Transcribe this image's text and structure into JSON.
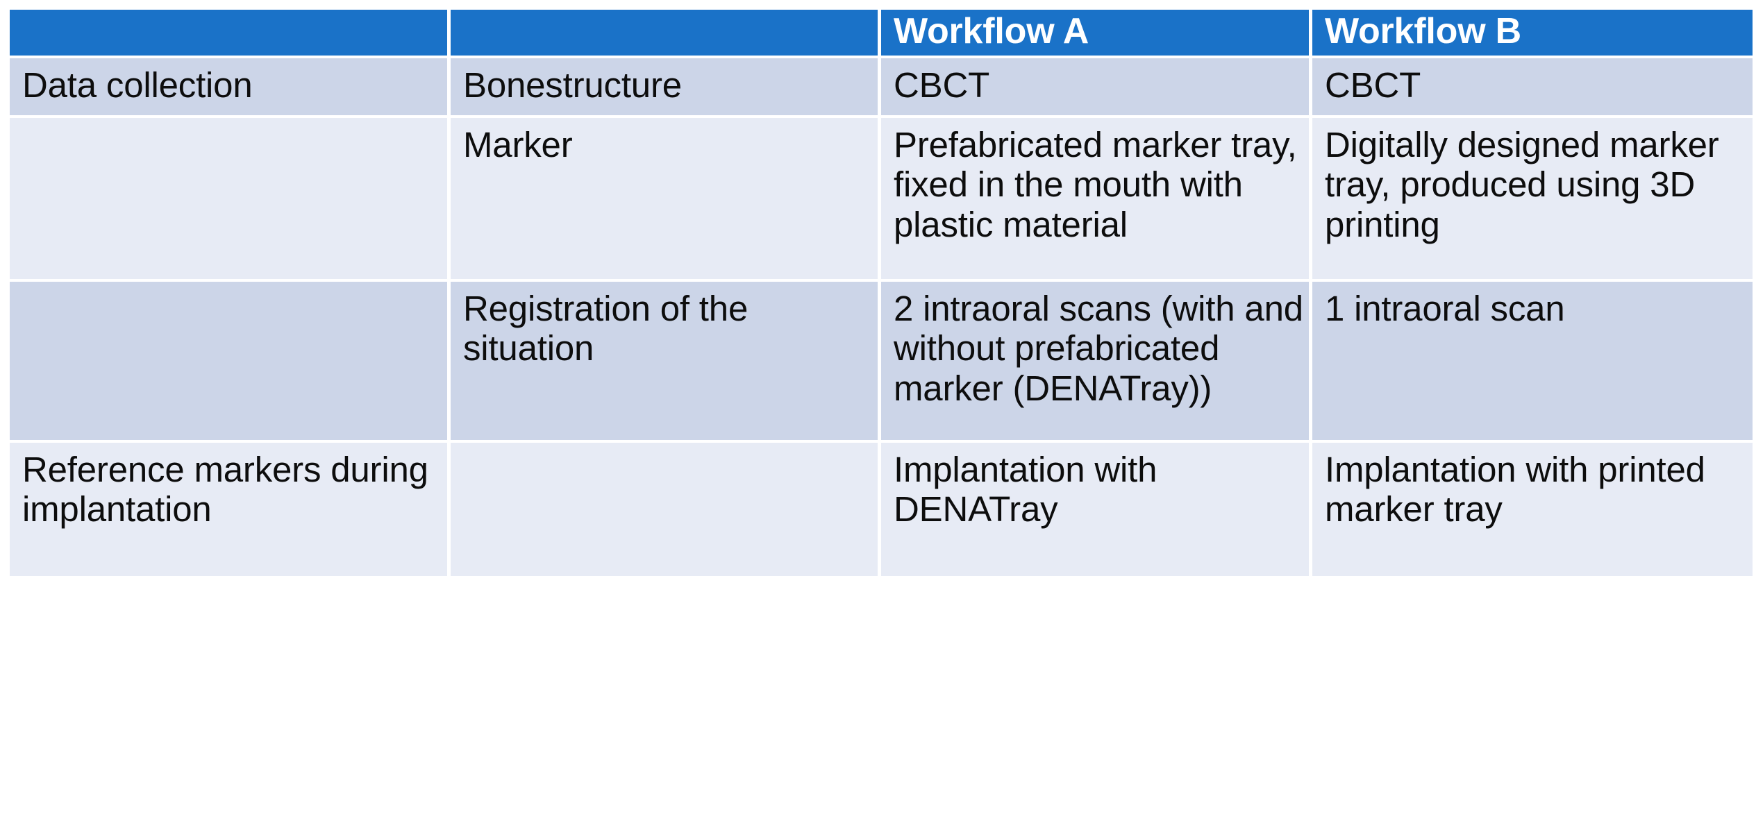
{
  "table": {
    "columns": [
      {
        "key": "stage",
        "header": ""
      },
      {
        "key": "aspect",
        "header": ""
      },
      {
        "key": "workflow_a",
        "header": "Workflow A"
      },
      {
        "key": "workflow_b",
        "header": "Workflow B"
      }
    ],
    "header": {
      "col1": "",
      "col2": "",
      "col3": "Workflow A",
      "col4": "Workflow B"
    },
    "rows": [
      {
        "stage": "Data collection",
        "aspect": "Bonestructure",
        "workflow_a": "CBCT",
        "workflow_b": "CBCT"
      },
      {
        "stage": "",
        "aspect": "Marker",
        "workflow_a": "Prefabricated marker tray, fixed in the mouth with plastic material",
        "workflow_b": "Digitally designed marker tray, produced using 3D printing"
      },
      {
        "stage": "",
        "aspect": "Registration of the situation",
        "workflow_a": "2 intraoral scans (with and without prefabricated marker (DENATray))",
        "workflow_b": "1 intraoral scan"
      },
      {
        "stage": "Reference markers during implantation",
        "aspect": "",
        "workflow_a": "Implantation with DENATray",
        "workflow_b": "Implantation with printed marker tray"
      }
    ]
  },
  "colors": {
    "header_background": "#1a72c8",
    "header_text": "#ffffff",
    "row_band_dark": "#ccd5e8",
    "row_band_light": "#e7ebf5",
    "body_text": "#0d0d0d",
    "grid_line": "#ffffff"
  }
}
